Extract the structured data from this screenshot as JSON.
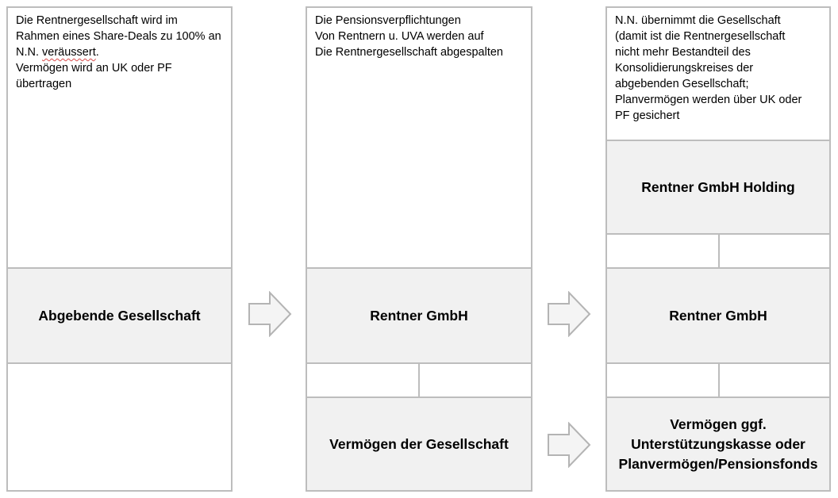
{
  "column1": {
    "description": {
      "line1": "Die Rentnergesellschaft wird im",
      "line2": "Rahmen eines Share-Deals zu 100% an",
      "line3_prefix": "N.N. ",
      "line3_word": "veräussert",
      "line3_suffix": ".",
      "line4": "Vermögen wird an UK oder PF",
      "line5": "übertragen"
    },
    "entity": "Abgebende Gesellschaft"
  },
  "column2": {
    "description": {
      "line1": "Die Pensionsverpflichtungen",
      "line2": "Von Rentnern u. UVA werden auf",
      "line3": "Die Rentnergesellschaft abgespalten"
    },
    "entity": "Rentner GmbH",
    "assets": "Vermögen der Gesellschaft"
  },
  "column3": {
    "description": {
      "line1": "N.N. übernimmt die Gesellschaft",
      "line2": "(damit ist die Rentnergesellschaft",
      "line3": "nicht mehr Bestandteil des",
      "line4": "Konsolidierungskreises der",
      "line5": "abgebenden Gesellschaft;",
      "line6": "Planvermögen werden über UK oder",
      "line7": "PF gesichert"
    },
    "holding": "Rentner GmbH Holding",
    "entity": "Rentner GmbH",
    "assets": {
      "line1": "Vermögen ggf.",
      "line2": "Unterstützungskasse oder",
      "line3": "Planvermögen/Pensionsfonds"
    }
  },
  "colors": {
    "border": "#bdbdbd",
    "entity_fill": "#f1f1f1",
    "arrow_fill": "#f4f4f4",
    "arrow_stroke": "#b4b4b4",
    "spellcheck_underline": "#d84a4a"
  }
}
